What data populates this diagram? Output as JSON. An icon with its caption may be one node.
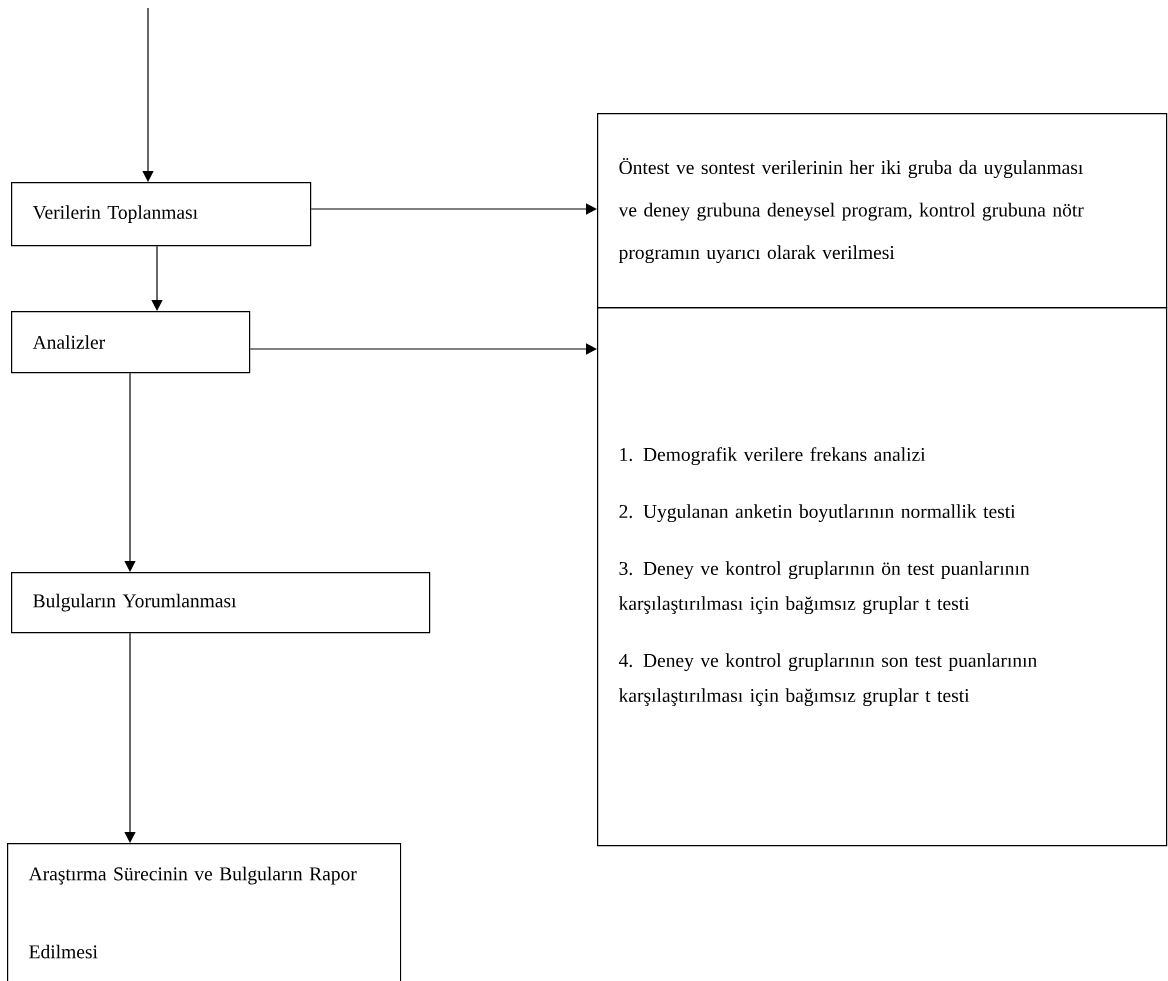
{
  "diagram": {
    "nodes": [
      {
        "text": [
          "Verilerin Toplanması"
        ]
      },
      {
        "text": [
          "Analizler"
        ]
      },
      {
        "text": [
          "Bulguların Yorumlanması"
        ]
      },
      {
        "text": [
          "Araştırma Sürecinin ve Bulguların Rapor Edilmesi"
        ]
      },
      {
        "text": [
          "Öntest ve sontest verilerinin her iki gruba da uygulanması ve deney grubuna deneysel program, kontrol grubuna nötr programın uyarıcı olarak verilmesi"
        ]
      },
      {
        "text": [
          "1. Demografik verilere frekans analizi",
          "2. Uygulanan anketin boyutlarının normallik testi",
          "3. Deney ve kontrol gruplarının ön test puanlarının karşılaştırılması için bağımsız gruplar t testi",
          "4. Deney ve kontrol gruplarının son test puanlarının karşılaştırılması için bağımsız gruplar t testi"
        ]
      }
    ],
    "edges": [
      {
        "from": null,
        "to": 0,
        "arrow": "to"
      },
      {
        "from": 0,
        "to": 4,
        "arrow": "to"
      },
      {
        "from": 0,
        "to": 1,
        "arrow": "to"
      },
      {
        "from": 1,
        "to": 5,
        "arrow": "to"
      },
      {
        "from": 1,
        "to": 2,
        "arrow": "to"
      },
      {
        "from": 2,
        "to": 3,
        "arrow": "to"
      }
    ]
  }
}
